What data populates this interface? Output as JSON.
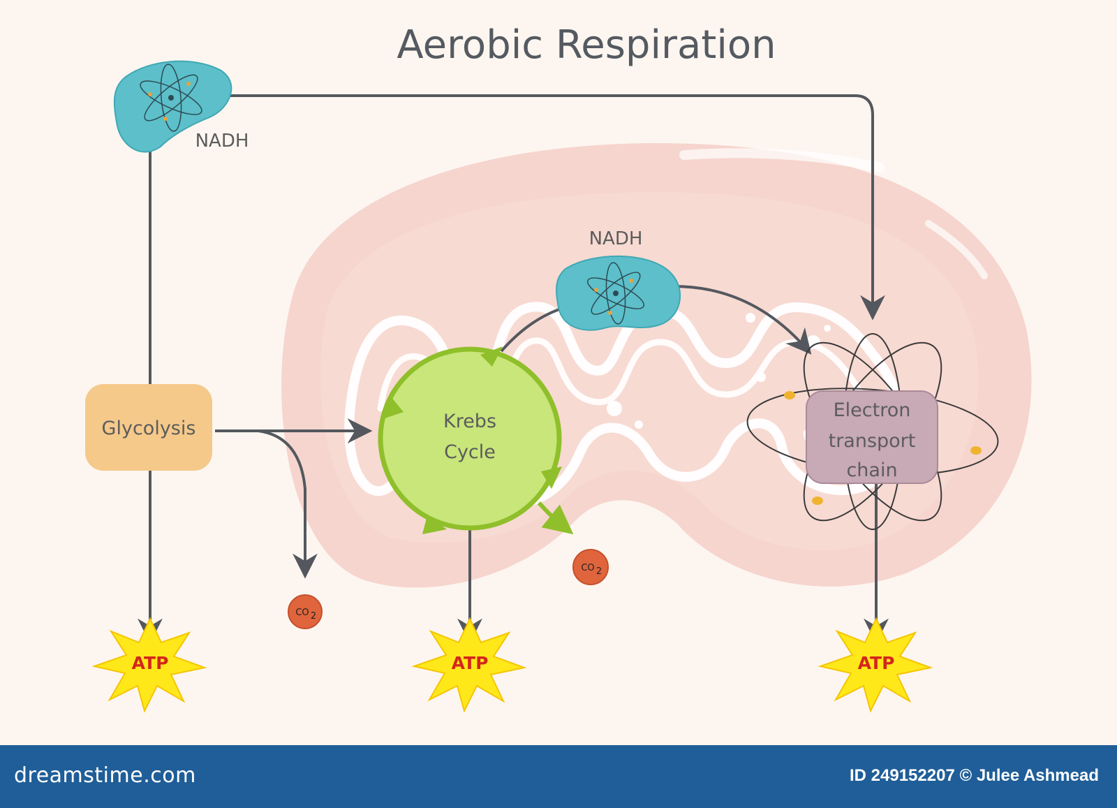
{
  "title": "Aerobic Respiration",
  "nadh_top_label": "NADH",
  "nadh_mid_label": "NADH",
  "glycolysis_label": "Glycolysis",
  "krebs_line1": "Krebs",
  "krebs_line2": "Cycle",
  "etc_line1": "Electron",
  "etc_line2": "transport",
  "etc_line3": "chain",
  "atp_label": "ATP",
  "co2_label": "CO",
  "co2_sub": "2",
  "footer_brand": "dreamstime.com",
  "footer_credit": "ID 249152207 © Julee Ashmead",
  "colors": {
    "background": "#fdf6f0",
    "mitochondrion": "#f4cfc8",
    "nadh": "#5cbfca",
    "glycolysis": "#f5c98a",
    "krebs": "#c8e67a",
    "etc": "#c8a9b6",
    "atp_burst": "#ffe81a",
    "co2": "#e0653d",
    "arrow": "#54585e",
    "footer": "#1f5e98"
  }
}
